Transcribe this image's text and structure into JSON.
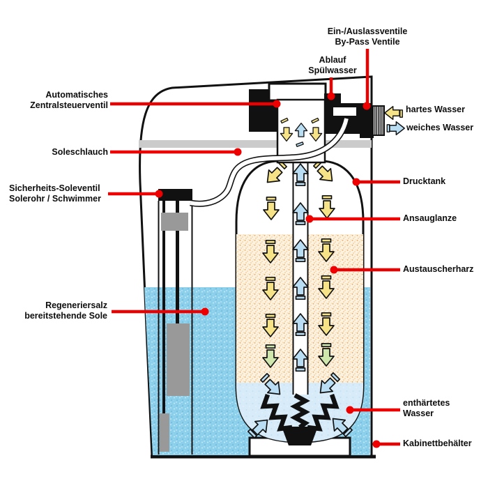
{
  "labels": {
    "automatisches": "Automatisches",
    "zentralsteuerventil": "Zentralsteuerventil",
    "soleschlauch": "Soleschlauch",
    "sicherheits": "Sicherheits-Soleventil",
    "solerohr": "Solerohr / Schwimmer",
    "regeneriersalz": "Regeneriersalz",
    "bereitstehende": "bereitstehende Sole",
    "ein_auslass": "Ein-/Auslassventile",
    "bypass": "By-Pass Ventile",
    "ablauf": "Ablauf",
    "spuelwasser": "Spülwasser",
    "hartes": "hartes Wasser",
    "weiches": "weiches Wasser",
    "drucktank": "Drucktank",
    "ansauglanze": "Ansauglanze",
    "austauscherharz": "Austauscherharz",
    "enthaertetes": "enthärtetes",
    "wasser": "Wasser",
    "kabinett": "Kabinettbehälter"
  },
  "colors": {
    "callout_red": "#ee0000",
    "hard_water_yellow": "#f6e387",
    "soft_water_blue": "#b9ddf2",
    "regen_green": "#cfe6ad",
    "resin_tan": "#f3cd90",
    "brine_blue": "#8bcfeb",
    "softened_water_blue": "#d7ebf8",
    "float_gray": "#999999"
  }
}
